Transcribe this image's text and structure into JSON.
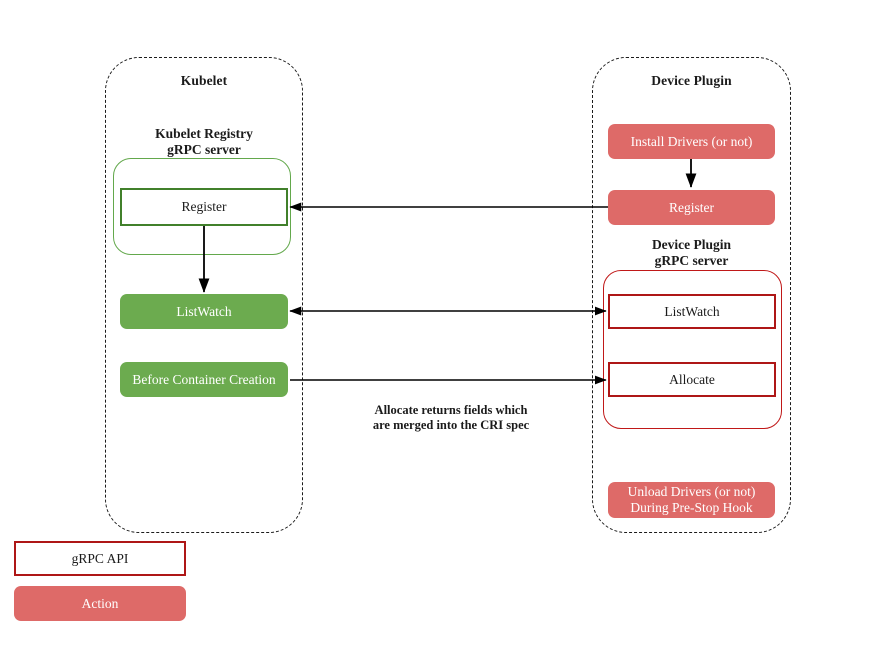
{
  "diagram": {
    "title_left": "Kubelet",
    "title_right": "Device Plugin",
    "zones": [
      {
        "name": "kubelet",
        "label": "Kubelet"
      },
      {
        "name": "device-plugin",
        "label": "Device Plugin"
      }
    ],
    "captions": {
      "kubelet_registry": "Kubelet Registry\ngRPC server",
      "device_plugin_server": "Device Plugin\ngRPC server"
    },
    "kubelet": {
      "register": "Register",
      "listwatch": "ListWatch",
      "before_container_creation": "Before Container Creation"
    },
    "device_plugin": {
      "install_drivers": "Install Drivers (or not)",
      "register": "Register",
      "listwatch": "ListWatch",
      "allocate": "Allocate",
      "unload_drivers": "Unload Drivers (or not)\nDuring Pre-Stop Hook"
    },
    "note": "Allocate returns fields which\nare merged into the CRI spec",
    "legend": [
      {
        "name": "grpc-api",
        "label": "gRPC API",
        "style": "outlined",
        "color": "#ae1717"
      },
      {
        "name": "action",
        "label": "Action",
        "style": "filled",
        "color": "#de6a68"
      }
    ],
    "colors": {
      "green_fill": "#6cab4f",
      "green_border": "#41802b",
      "green_light_border": "#63a84c",
      "red_fill": "#de6a68",
      "red_border": "#ae1717",
      "dashed_border": "#1b1b1b",
      "text_dark": "#1b1b1b",
      "text_light": "#ffffff",
      "background": "#ffffff"
    }
  }
}
